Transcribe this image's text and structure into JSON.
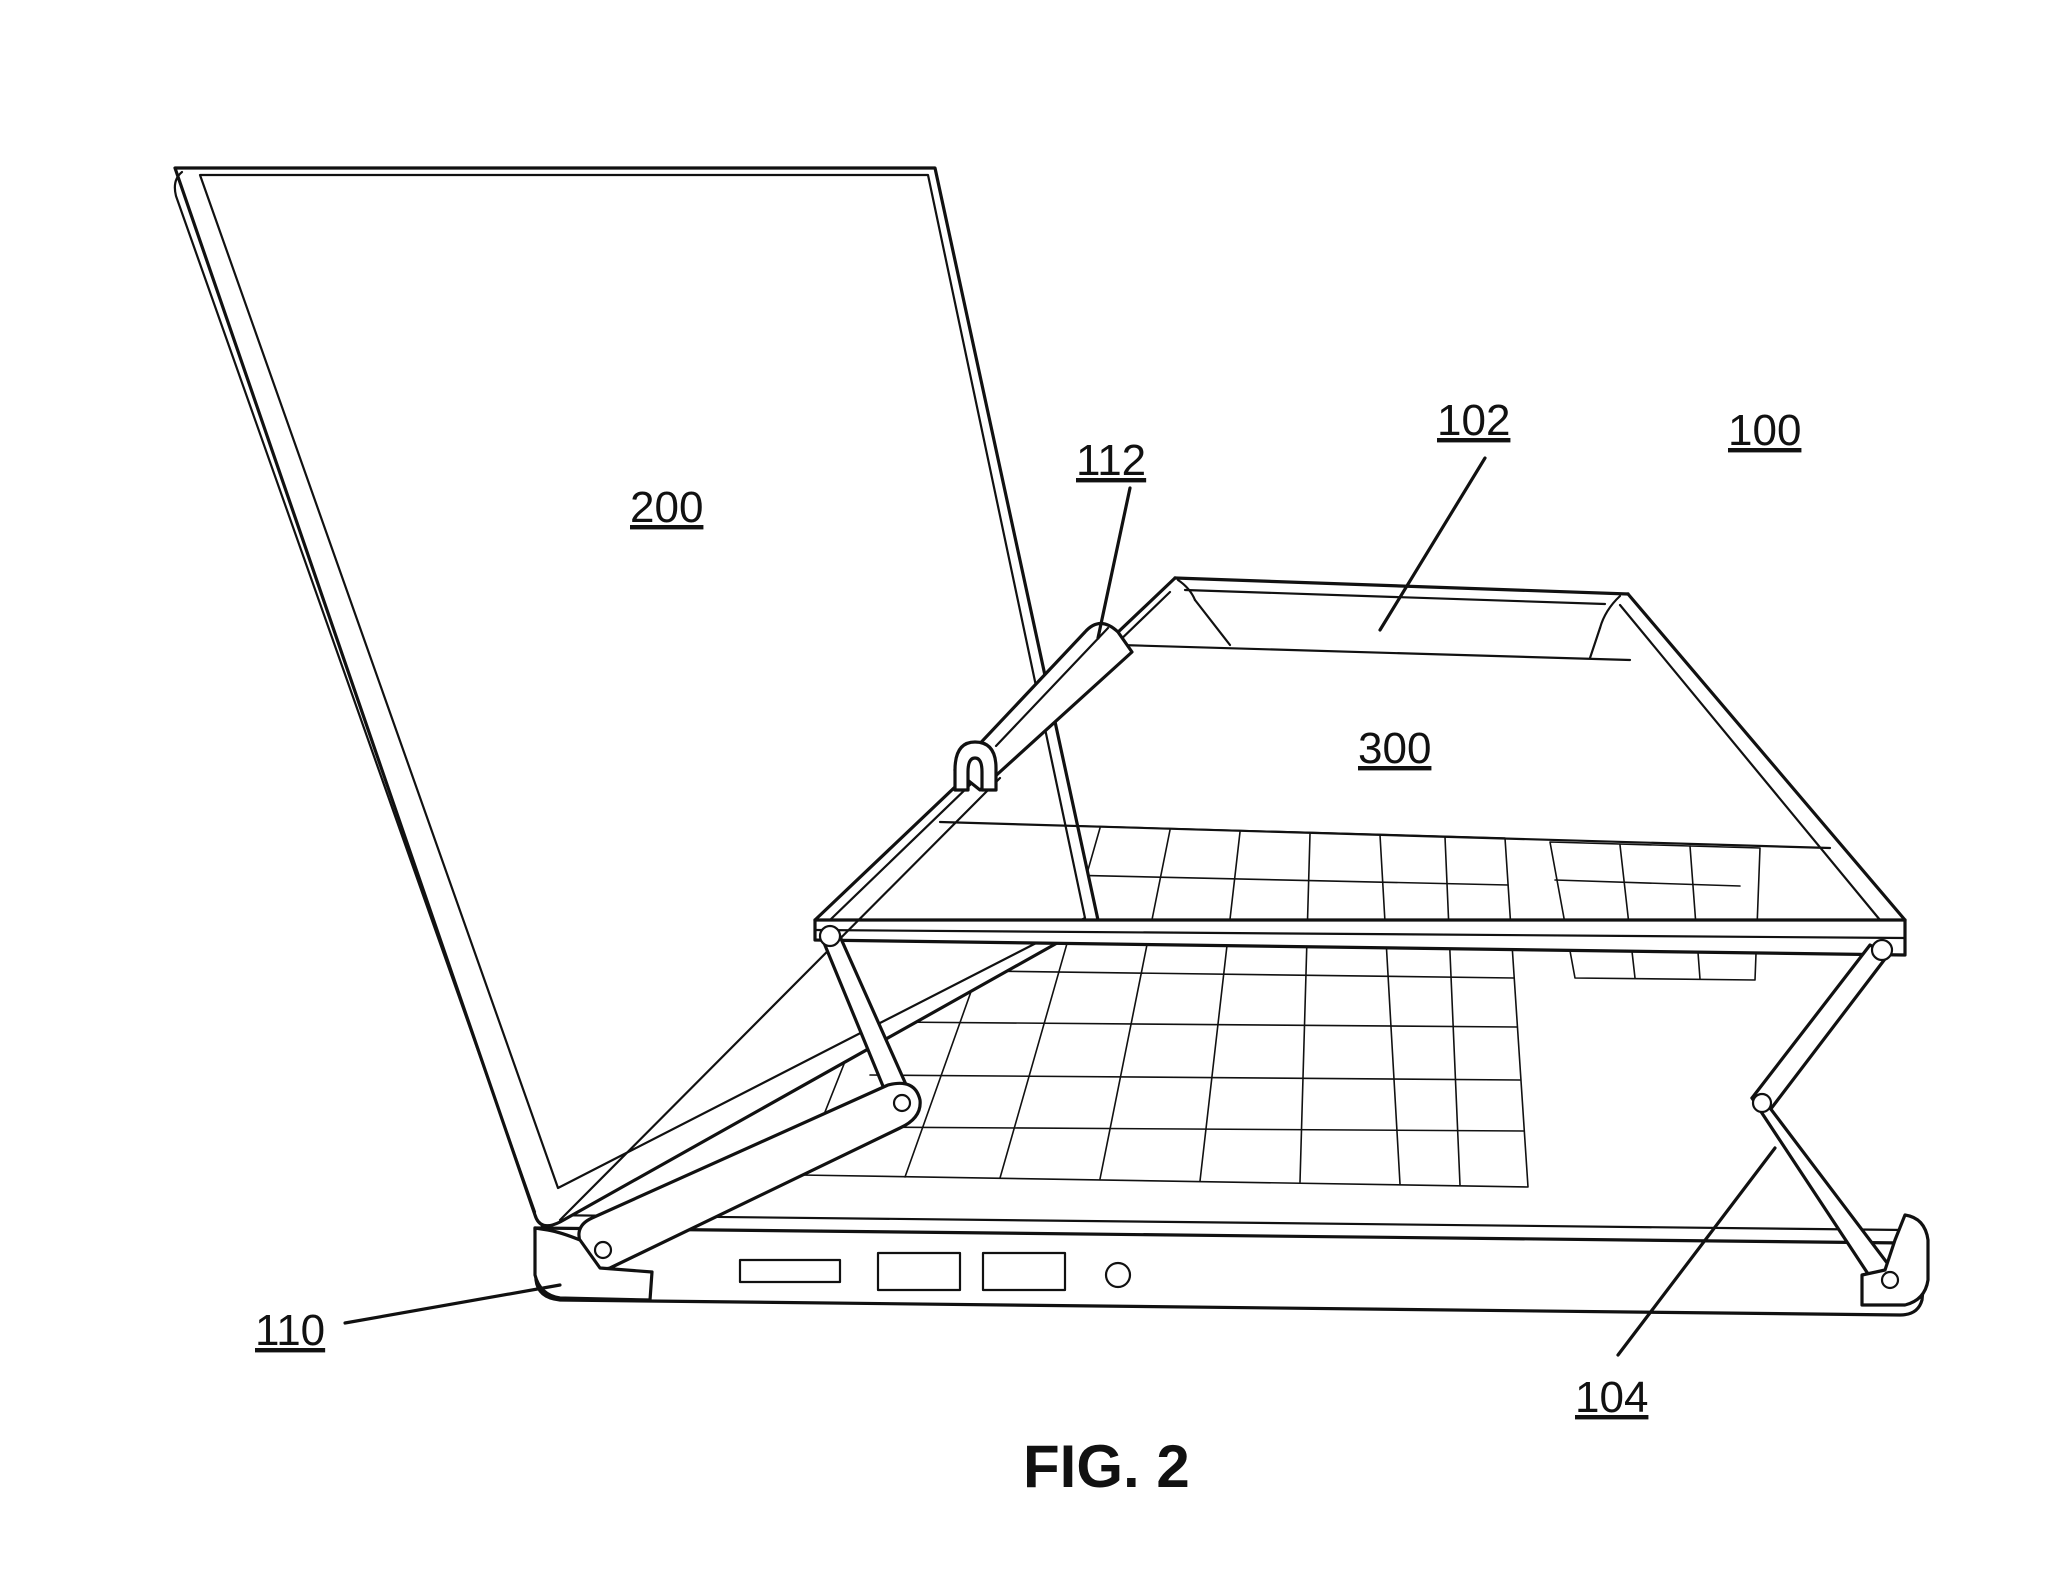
{
  "figure": {
    "caption": "FIG. 2",
    "reference_numerals": {
      "device": "100",
      "tray": "102",
      "support_arm": "104",
      "base_hinge": "110",
      "clip": "112",
      "laptop_screen": "200",
      "surface": "300"
    }
  }
}
